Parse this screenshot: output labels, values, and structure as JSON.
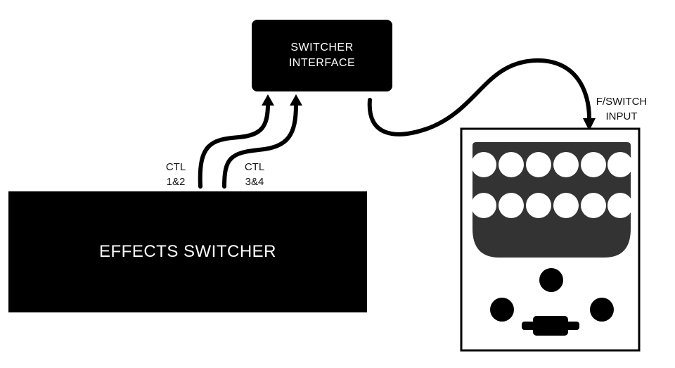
{
  "diagram": {
    "switcher_interface": {
      "line1": "SWITCHER",
      "line2": "INTERFACE"
    },
    "effects_switcher": {
      "label": "EFFECTS SWITCHER"
    },
    "ctl_1_2": {
      "line1": "CTL",
      "line2": "1&2"
    },
    "ctl_3_4": {
      "line1": "CTL",
      "line2": "3&4"
    },
    "fswitch_input": {
      "line1": "F/SWITCH",
      "line2": "INPUT"
    }
  },
  "colors": {
    "box_fill": "#000000",
    "box_text": "#ffffff",
    "wire": "#000000",
    "device_body": "#ffffff",
    "device_outline": "#000000"
  }
}
